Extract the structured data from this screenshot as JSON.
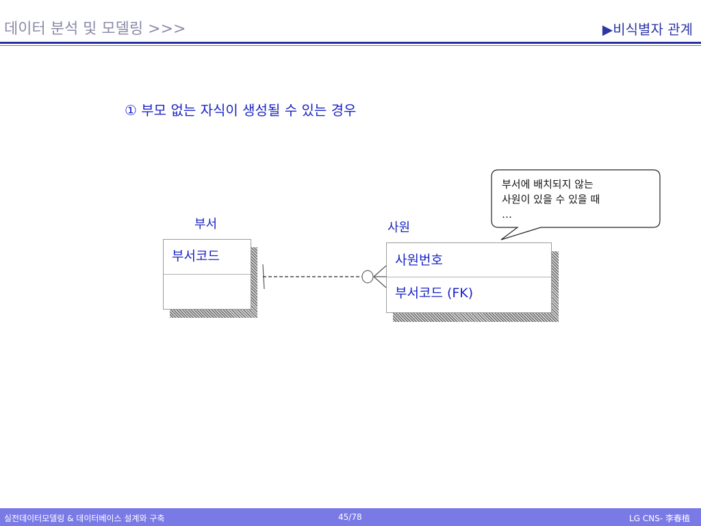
{
  "header": {
    "title": "데이터 분석 및 모델링 >>>",
    "section": "▶비식별자 관계"
  },
  "heading": "① 부모 없는 자식이 생성될 수 있는 경우",
  "entities": {
    "parent": {
      "title": "부서",
      "key_attribute": "부서코드",
      "attributes": [
        ""
      ]
    },
    "child": {
      "title": "사원",
      "key_attribute": "사원번호",
      "attributes": [
        "부서코드 (FK)"
      ]
    }
  },
  "callout": {
    "lines": [
      "부서에 배치되지 않는",
      "사원이 있을 수 있을 때",
      "…"
    ]
  },
  "footer": {
    "left": "실전데이터모델링 & 데이터베이스 설계와 구축",
    "page": "45/78",
    "right": "LG CNS- 李春植"
  },
  "colors": {
    "accent": "#1a23c4",
    "header_line": "#2732a0",
    "footer_bg": "#7a7ae6",
    "header_title": "#8a8aa8"
  }
}
